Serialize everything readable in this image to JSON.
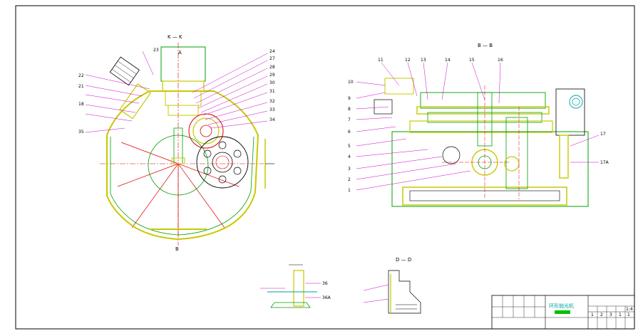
{
  "views": {
    "kk": {
      "title": "K — K",
      "section_a": "A",
      "section_b": "B"
    },
    "bb": {
      "title": "B — B"
    },
    "dd": {
      "title": "D — D"
    }
  },
  "kk_labels_right": [
    "24",
    "27",
    "28",
    "29",
    "30",
    "31",
    "32",
    "33",
    "34"
  ],
  "kk_labels_left": [
    "22",
    "21",
    "18",
    "35"
  ],
  "kk_labels_top": [
    "23"
  ],
  "bb_labels_top": [
    "11",
    "12",
    "13",
    "14",
    "15",
    "16"
  ],
  "bb_labels_left": [
    "10",
    "9",
    "8",
    "7",
    "6",
    "5",
    "4",
    "3",
    "2",
    "1"
  ],
  "bb_labels_right": [
    "17",
    "17A"
  ],
  "detail_labels": [
    "36",
    "36A"
  ],
  "title_block": {
    "name": "环形抛光机",
    "scale": "1:4",
    "row1": [
      "1",
      "2",
      "3",
      "1",
      "1"
    ]
  },
  "colors": {
    "frame": "#000000",
    "leader": "#cc00cc",
    "part": "#00a000",
    "highlight": "#c8c800",
    "centerline": "#e00000",
    "cyan": "#00a0a0"
  }
}
